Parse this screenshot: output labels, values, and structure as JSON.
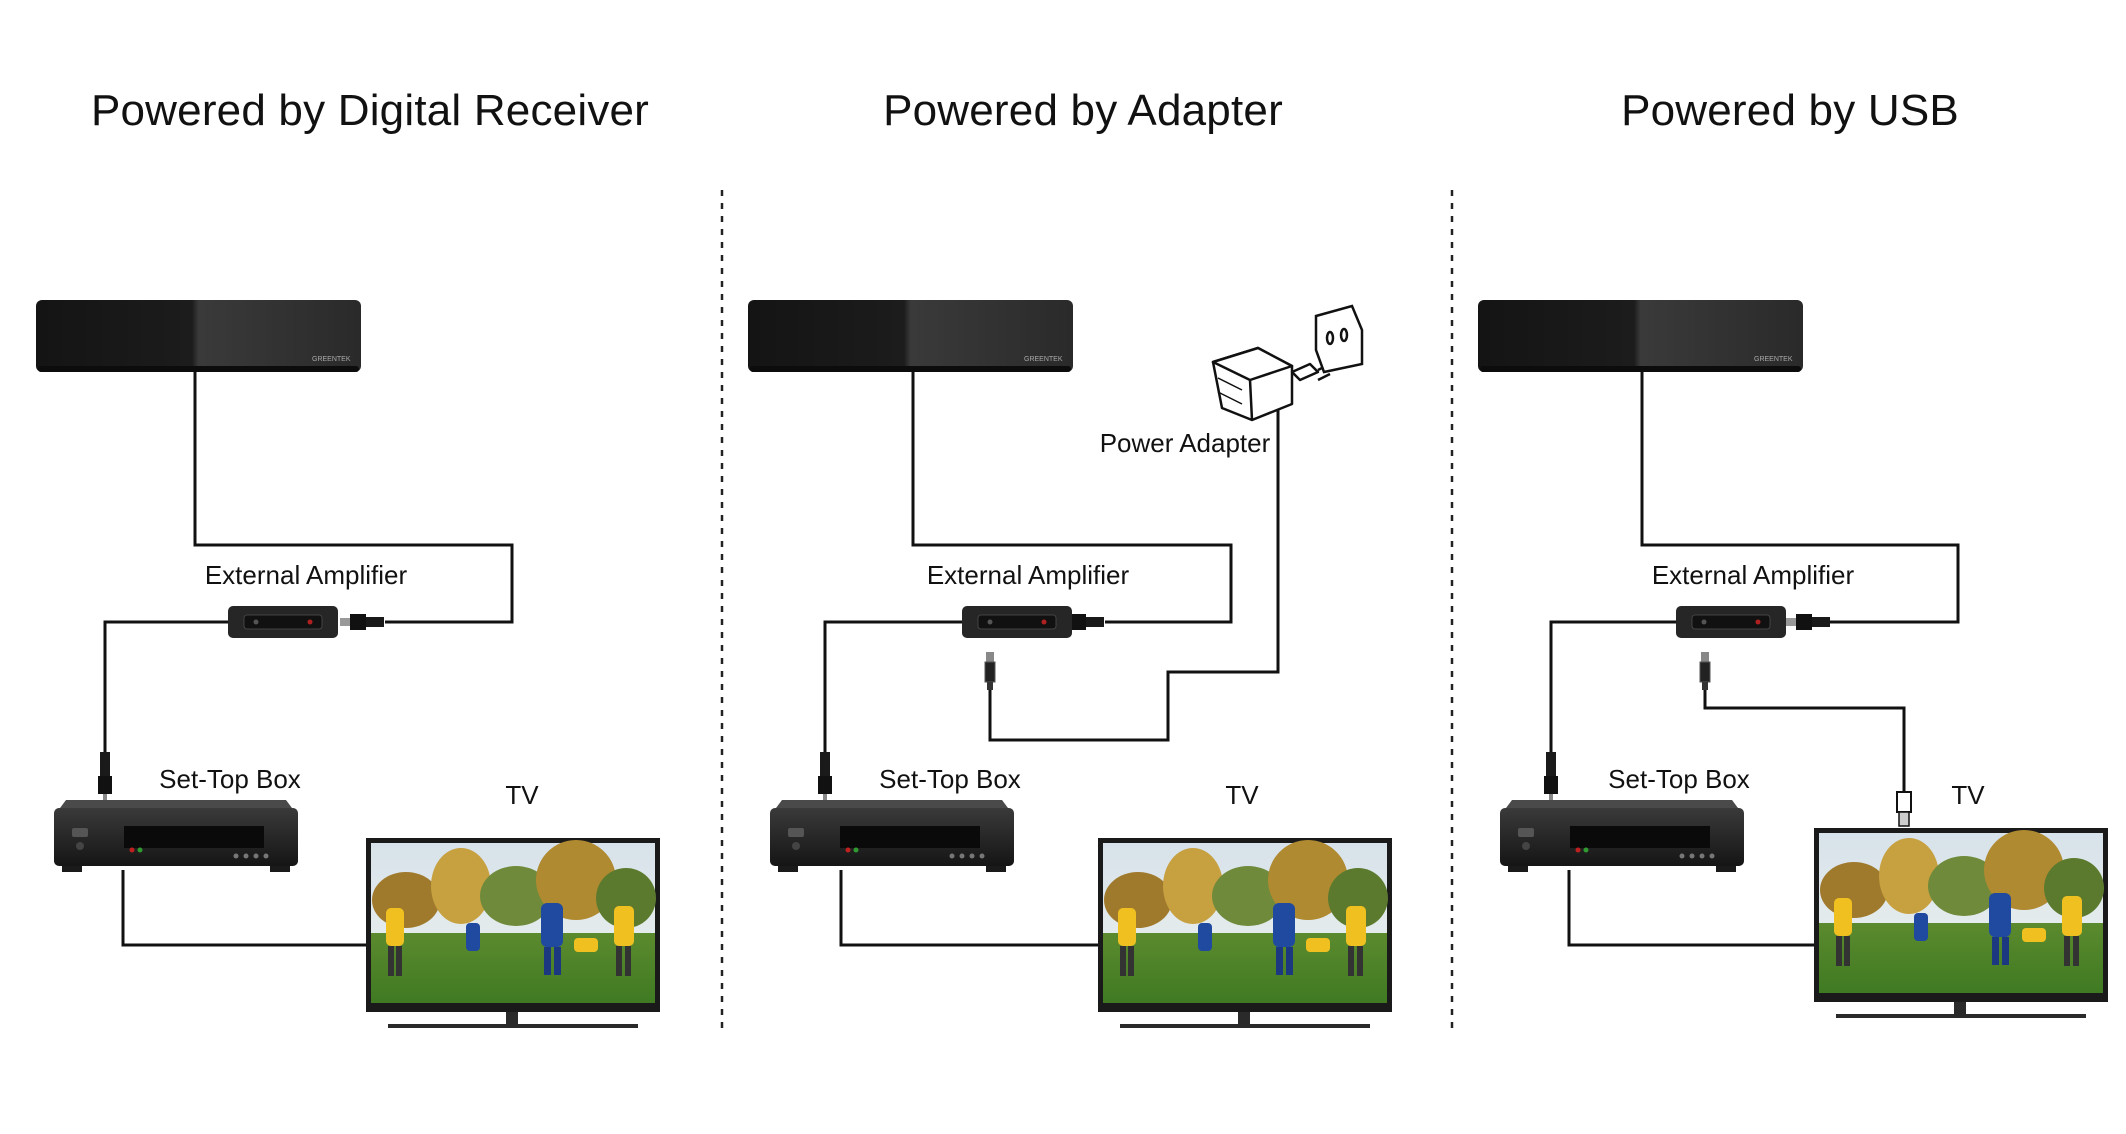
{
  "panels": [
    {
      "title": "Powered by Digital Receiver",
      "amplifier_label": "External Amplifier",
      "stb_label": "Set-Top Box",
      "tv_label": "TV"
    },
    {
      "title": "Powered by Adapter",
      "amplifier_label": "External Amplifier",
      "stb_label": "Set-Top Box",
      "tv_label": "TV",
      "adapter_label": "Power Adapter"
    },
    {
      "title": "Powered by USB",
      "amplifier_label": "External Amplifier",
      "stb_label": "Set-Top Box",
      "tv_label": "TV"
    }
  ],
  "antenna_brand": "GREENTEK",
  "colors": {
    "device_dark": "#1f1f1f",
    "cable": "#111111",
    "divider": "#222222"
  }
}
